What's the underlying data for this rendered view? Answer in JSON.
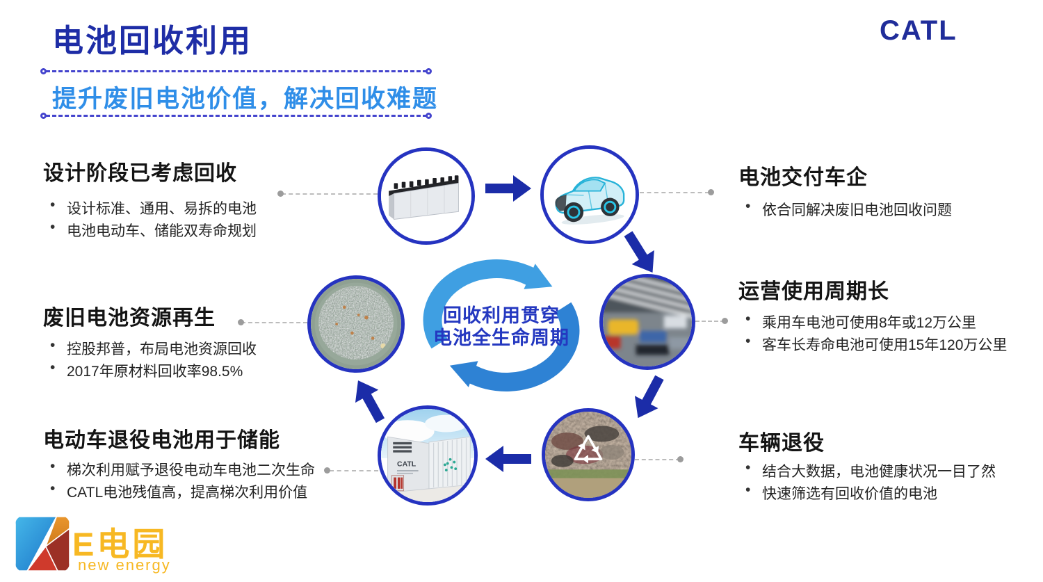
{
  "header": {
    "title": "电池回收利用",
    "subtitle": "提升废旧电池价值，解决回收难题",
    "brand": "CATL"
  },
  "cycle": {
    "label_line1": "回收利用贯穿",
    "label_line2": "电池全生命周期",
    "container_text": "CATL",
    "stages": [
      "battery-pack",
      "ev-car",
      "in-service-traffic",
      "retired-vehicles",
      "storage-containers",
      "recycled-materials"
    ]
  },
  "sections_left": [
    {
      "heading": "设计阶段已考虑回收",
      "bullets": [
        "设计标准、通用、易拆的电池",
        "电池电动车、储能双寿命规划"
      ]
    },
    {
      "heading": "废旧电池资源再生",
      "bullets": [
        "控股邦普，布局电池资源回收",
        "2017年原材料回收率98.5%"
      ]
    },
    {
      "heading": "电动车退役电池用于储能",
      "bullets": [
        "梯次利用赋予退役电动车电池二次生命",
        "CATL电池残值高，提高梯次利用价值"
      ]
    }
  ],
  "sections_right": [
    {
      "heading": "电池交付车企",
      "bullets": [
        "依合同解决废旧电池回收问题"
      ]
    },
    {
      "heading": "运营使用周期长",
      "bullets": [
        "乘用车电池可使用8年或12万公里",
        "客车长寿命电池可使用15年120万公里"
      ]
    },
    {
      "heading": "车辆退役",
      "bullets": [
        "结合大数据，电池健康状况一目了然",
        "快速筛选有回收价值的电池"
      ]
    }
  ],
  "footer": {
    "logo_text": "E电园",
    "tagline": "new energy"
  },
  "colors": {
    "title_blue": "#1e2da6",
    "subtitle_blue": "#2f8ee8",
    "dashed_box_indigo": "#4343cd",
    "circle_border_blue": "#2533c0",
    "cycle_arrow_light": "#3f9fe2",
    "cycle_arrow_dark": "#2e82d4",
    "cycle_label_blue": "#2438c0",
    "flow_arrow_navy": "#1b2ca8",
    "connector_gray": "#bcbcbc",
    "logo_gold": "#f7b823"
  }
}
